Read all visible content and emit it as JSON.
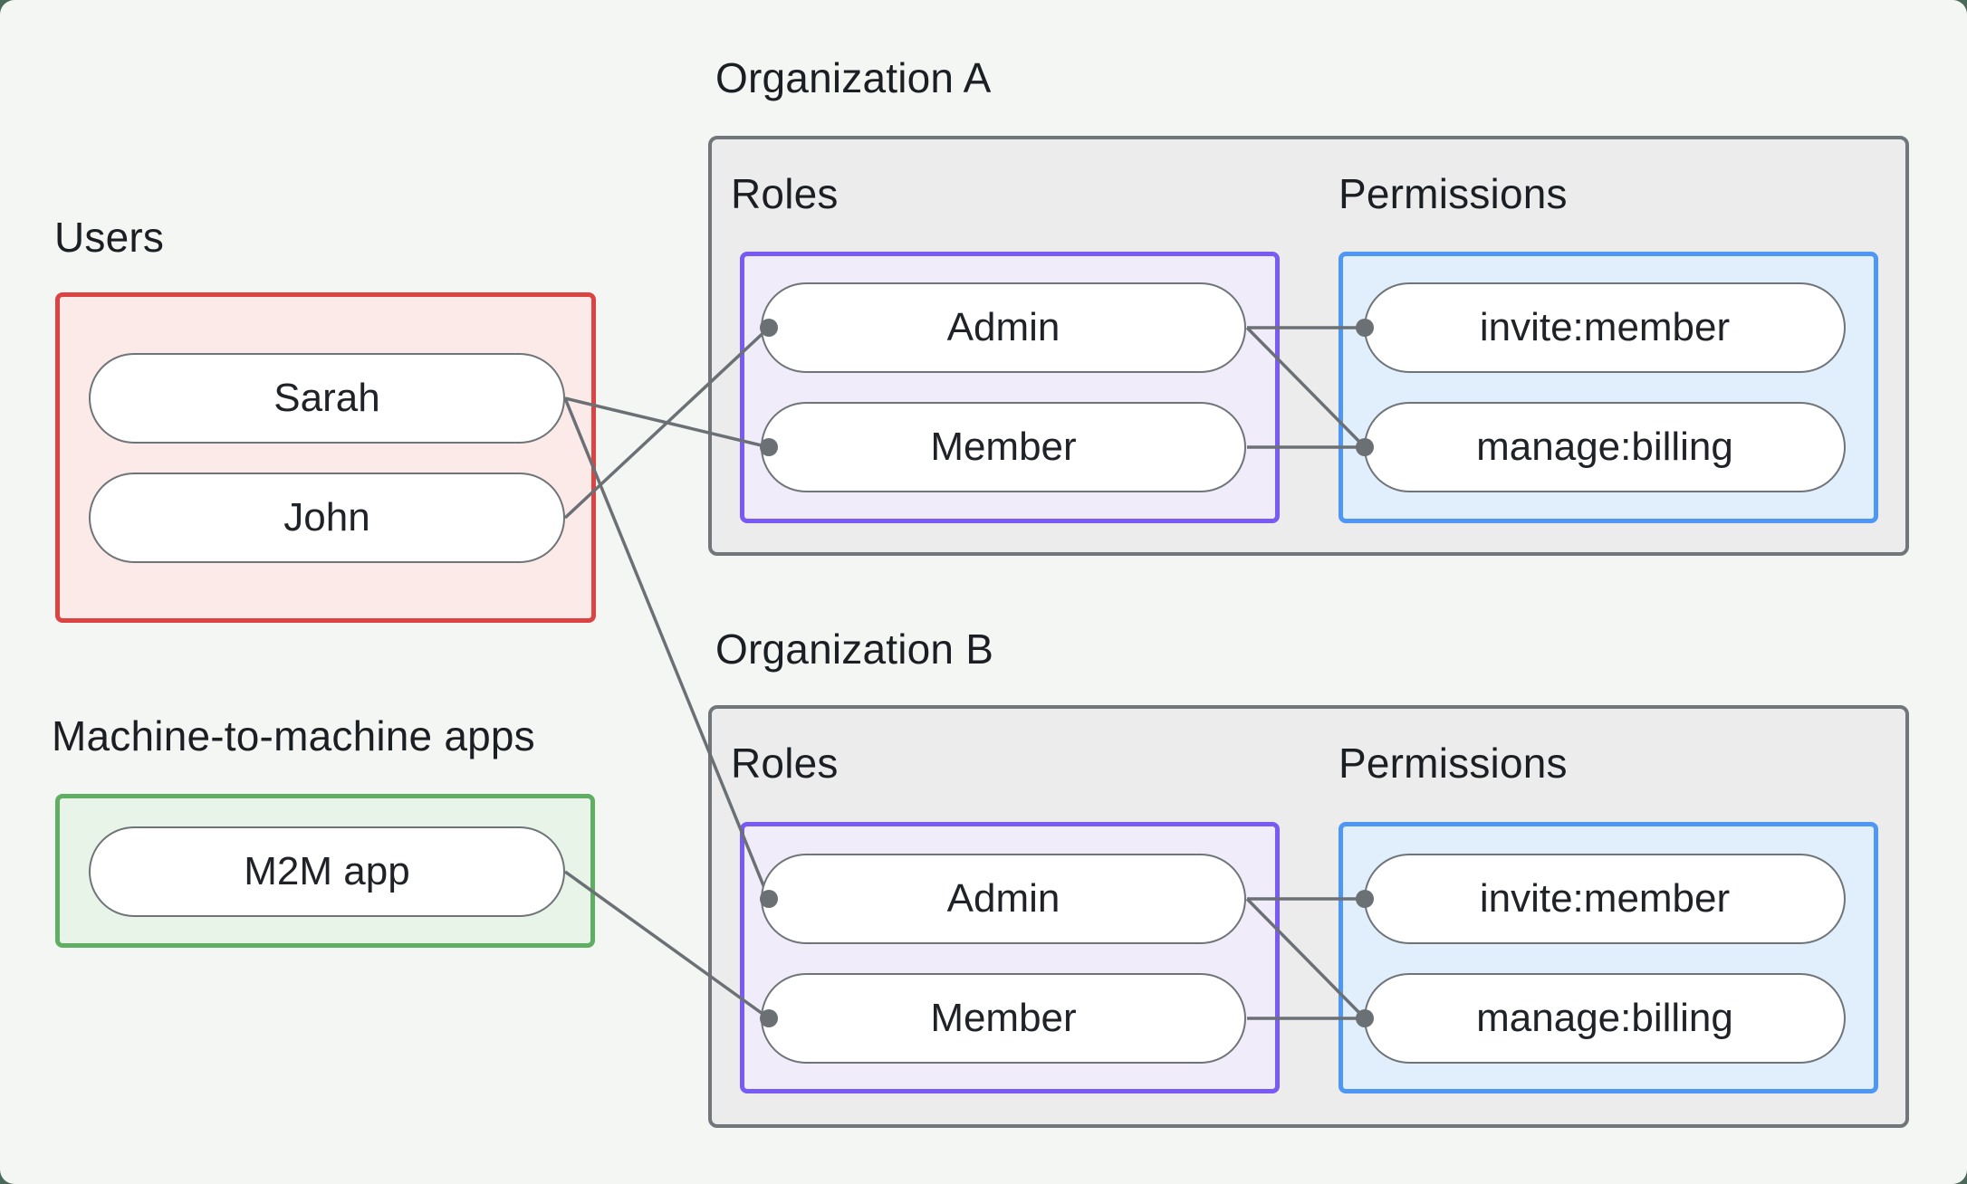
{
  "palette": {
    "canvas_background": "#f4f6f4",
    "outer_frame": "#49695a",
    "org_box_border": "#70767a",
    "org_box_fill": "#ececed",
    "roles_box_border": "#7a5af5",
    "roles_box_fill": "#f1ecfa",
    "permissions_box_border": "#4e97f4",
    "permissions_box_fill": "#e1eefc",
    "users_box_border": "#dc4444",
    "users_box_fill": "#fceae8",
    "m2m_box_border": "#5fae63",
    "m2m_box_fill": "#e9f4e9",
    "pill_border": "#6e7478",
    "pill_fill": "#ffffff",
    "connector": "#6b7075",
    "text": "#1b1e22"
  },
  "users_section": {
    "label": "Users",
    "items": [
      {
        "label": "Sarah"
      },
      {
        "label": "John"
      }
    ]
  },
  "m2m_section": {
    "label": "Machine-to-machine apps",
    "items": [
      {
        "label": "M2M app"
      }
    ]
  },
  "org_a": {
    "title": "Organization A",
    "roles_label": "Roles",
    "permissions_label": "Permissions",
    "roles": [
      "Admin",
      "Member"
    ],
    "permissions": [
      "invite:member",
      "manage:billing"
    ]
  },
  "org_b": {
    "title": "Organization B",
    "roles_label": "Roles",
    "permissions_label": "Permissions",
    "roles": [
      "Admin",
      "Member"
    ],
    "permissions": [
      "invite:member",
      "manage:billing"
    ]
  },
  "connections": [
    {
      "from": "sarah.right",
      "to": "orgA.member.left"
    },
    {
      "from": "sarah.right",
      "to": "orgB.admin.left"
    },
    {
      "from": "john.right",
      "to": "orgA.admin.left"
    },
    {
      "from": "m2m.right",
      "to": "orgB.member.left"
    },
    {
      "from": "orgA.admin.right",
      "to": "orgA.invite.left"
    },
    {
      "from": "orgA.admin.right",
      "to": "orgA.billing.left"
    },
    {
      "from": "orgA.member.right",
      "to": "orgA.billing.left"
    },
    {
      "from": "orgB.admin.right",
      "to": "orgB.invite.left"
    },
    {
      "from": "orgB.admin.right",
      "to": "orgB.billing.left"
    },
    {
      "from": "orgB.member.right",
      "to": "orgB.billing.left"
    }
  ]
}
